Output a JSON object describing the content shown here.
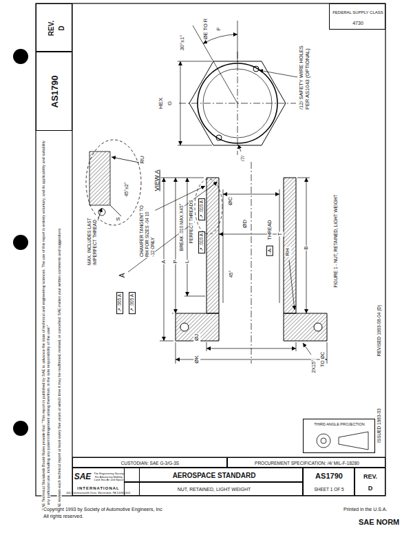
{
  "diagram": {
    "caption": "FIGURE 1 - NUT, RETAINED, LIGHT WEIGHT",
    "nodes": [
      {
        "text": [
          "REV.",
          "D"
        ]
      },
      {
        "text": [
          "AS1790"
        ]
      },
      {
        "text": [
          "FEDERAL SUPPLY CLASS",
          "4730"
        ]
      },
      {
        "text": [
          "THIRD ANGLE PROJECTION"
        ]
      },
      {
        "text": [
          "CUSTODIAN: SAE G-3/G-3S"
        ]
      },
      {
        "text": [
          "PROCUREMENT SPECIFICATION: /4/ MIL-F-18280"
        ]
      },
      {
        "text": [
          "SAE",
          "The Engineering Society For Advancing Mobility Land Sea Air and Space",
          "INTERNATIONAL",
          "400 Commonwealth Drive, Warrendale, PA 15096-0001"
        ]
      },
      {
        "text": [
          "AEROSPACE STANDARD"
        ]
      },
      {
        "text": [
          "NUT, RETAINED, LIGHT WEIGHT"
        ]
      },
      {
        "text": [
          "AS1790",
          "SHEET 1 OF 5"
        ]
      },
      {
        "text": [
          "REV.",
          "D"
        ]
      }
    ],
    "labels": [
      "SAE Technical Standards Board Rules provide that: \"This report is published by SAE to advance the state of technical and engineering sciences. The use of this report is entirely voluntary, and its applicability and suitability for any particular use, including any patent infringement arising therefrom, is the sole responsibility of the user.\"",
      "SAE reviews each technical report at least every five years at which time it may be reaffirmed, revised, or cancelled. SAE invites your written comments and suggestions.",
      "RU",
      "S",
      "45°±2°",
      "VIEW A",
      "MAX. INCLUDES LAST IMPERFECT THREAD",
      "CHAMFER TANGENT TO RH FOR SIZES -04 10 -12 ONLY",
      "BREAK .010 MAX.X45°",
      "PERFECT THREADS",
      "↗ .010 A",
      "↗ .010 A",
      "ØC",
      "ØD",
      "-A-",
      "THREAD",
      "T",
      "RH",
      "B",
      "A",
      "P",
      "L",
      "45°",
      "A",
      "↗ .005 A",
      "↗ .005 A",
      "ØK",
      "ØJ",
      "2X15°",
      "TO ØC",
      "HEX",
      "G",
      "F",
      "ØE TO R",
      "30°±1°",
      "/12/ SAFETY WIRE HOLES PER AS1043 (OPTIONAL)",
      "/7/",
      "ISSUED 1983-03",
      "REVISED 1993-08-04 (D)",
      "Copyright 1993 by Society of Automotive Engineers, Inc",
      "All rights reserved.",
      "Printed in the U.S.A.",
      "SAE NORM"
    ]
  }
}
